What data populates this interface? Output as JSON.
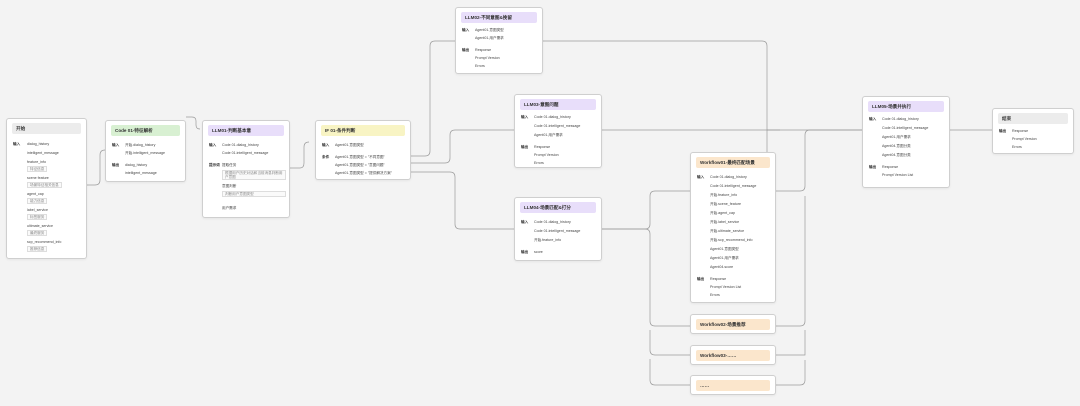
{
  "start": {
    "title": "开始",
    "input_label": "输入",
    "fields": [
      {
        "name": "dialog_history",
        "desc": ""
      },
      {
        "name": "intelligent_message",
        "desc": ""
      },
      {
        "name": "feature_info",
        "desc": "特征信息"
      },
      {
        "name": "scene feature",
        "desc": "场景特征相关信息"
      },
      {
        "name": "agent_cap",
        "desc": "能力信息"
      },
      {
        "name": "label_service",
        "desc": "标签服务"
      },
      {
        "name": "ultimate_service",
        "desc": "最终服务"
      },
      {
        "name": "scp_recommend_info",
        "desc": "推荐信息"
      }
    ]
  },
  "code01": {
    "title": "Code 01-特征解析",
    "input_label": "输入",
    "inputs": [
      "开始.dialog_history",
      "开始.intelligent_message"
    ],
    "output_label": "输出",
    "outputs": [
      "dialog_history",
      "intelligent_message"
    ]
  },
  "llm01": {
    "title": "LLM01-判断基本意",
    "input_label": "输入",
    "inputs": [
      "Code 01.dialog_history",
      "Code 01.intelligent_message"
    ],
    "prompt_label": "提示词",
    "prompt_items": [
      {
        "title": "提取任务",
        "text": "根据用户历史对话和当前消息判断用户意图"
      },
      {
        "title": "意图判断",
        "text": "判断用户意图类型"
      },
      {
        "title": "用户需求",
        "text": ""
      }
    ]
  },
  "if01": {
    "title": "IF 01-条件判断",
    "input_label": "输入",
    "inputs": [
      "Agent01.意图类型"
    ],
    "cond_label": "条件",
    "conditions": [
      "Agent01.意图类型 = \"不同意图\"",
      "Agent01.意图类型 = \"意图问题\"",
      "Agent01.意图类型 = \"提供解决方案\""
    ]
  },
  "llm02": {
    "title": "LLM02-不同意图&挽留",
    "input_label": "输入",
    "inputs": [
      "Agent01.意图类型",
      "Agent01.用户需求"
    ],
    "output_label": "输出",
    "outputs": [
      "Response",
      "Prompt Version",
      "Errors"
    ]
  },
  "llm03": {
    "title": "LLM03-意图问题",
    "input_label": "输入",
    "inputs": [
      "Code 01.dialog_history",
      "Code 01.intelligent_message",
      "Agent01.用户需求"
    ],
    "output_label": "输出",
    "outputs": [
      "Response",
      "Prompt Version",
      "Errors"
    ]
  },
  "llm04": {
    "title": "LLM04-场景匹配&打分",
    "input_label": "输入",
    "inputs": [
      "Code 01.dialog_history",
      "Code 01.intelligent_message",
      "开始.feature_info"
    ],
    "output_label": "输出",
    "outputs": [
      "score"
    ]
  },
  "wf01": {
    "title": "Workflow01-最终匹配场景",
    "input_label": "输入",
    "inputs": [
      "Code 01.dialog_history",
      "Code 01.intelligent_message",
      "开始.feature_info",
      "开始.scene_feature",
      "开始.agent_cap",
      "开始.label_service",
      "开始.ultimate_service",
      "开始.scp_recommend_info",
      "Agent01.意图类型",
      "Agent01.用户需求",
      "Agent04.score"
    ],
    "output_label": "输出",
    "outputs": [
      "Response",
      "Prompt Version List",
      "Errors"
    ]
  },
  "wf02": {
    "title": "Workflow02-场景推荐"
  },
  "wf03": {
    "title": "Workflow03-……"
  },
  "wf04": {
    "title": "……"
  },
  "llm05": {
    "title": "LLM05-场景并执行",
    "input_label": "输入",
    "inputs": [
      "Code 01.dialog_history",
      "Code 01.intelligent_message",
      "Agent01.用户需求",
      "Agent04.意图分类",
      "Agent04.意图分类"
    ],
    "output_label": "输出",
    "outputs": [
      "Response",
      "Prompt Version List"
    ]
  },
  "end": {
    "title": "结束",
    "output_label": "输出",
    "outputs": [
      "Response",
      "Prompt Version",
      "Errors"
    ]
  },
  "colors": {
    "wire": "#9a9a9a"
  }
}
